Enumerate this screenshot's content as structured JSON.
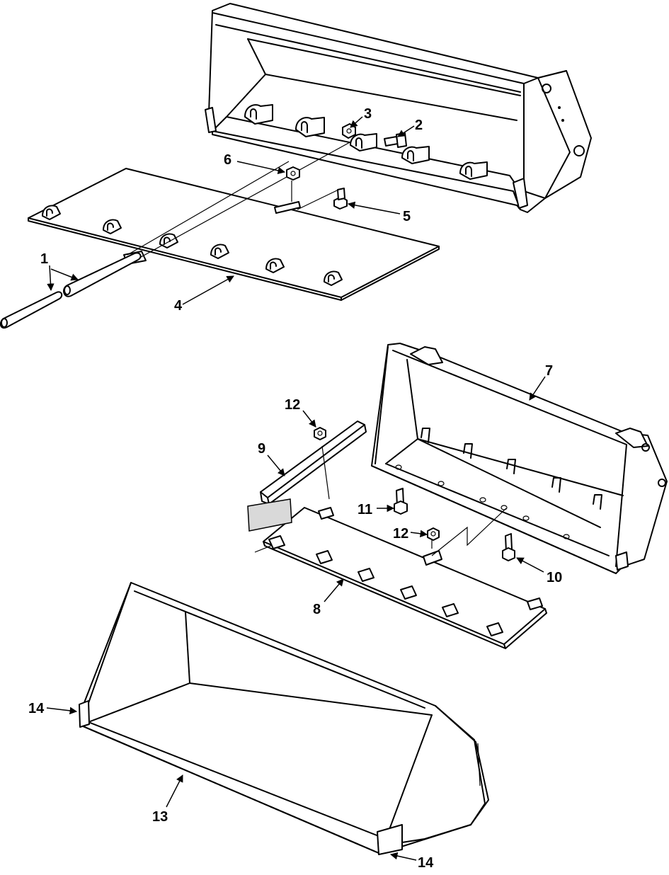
{
  "callouts": {
    "c1": "1",
    "c2": "2",
    "c3": "3",
    "c4": "4",
    "c5": "5",
    "c6": "6",
    "c7": "7",
    "c8": "8",
    "c9": "9",
    "c10": "10",
    "c11": "11",
    "c12a": "12",
    "c12b": "12",
    "c13": "13",
    "c14a": "14",
    "c14b": "14"
  }
}
